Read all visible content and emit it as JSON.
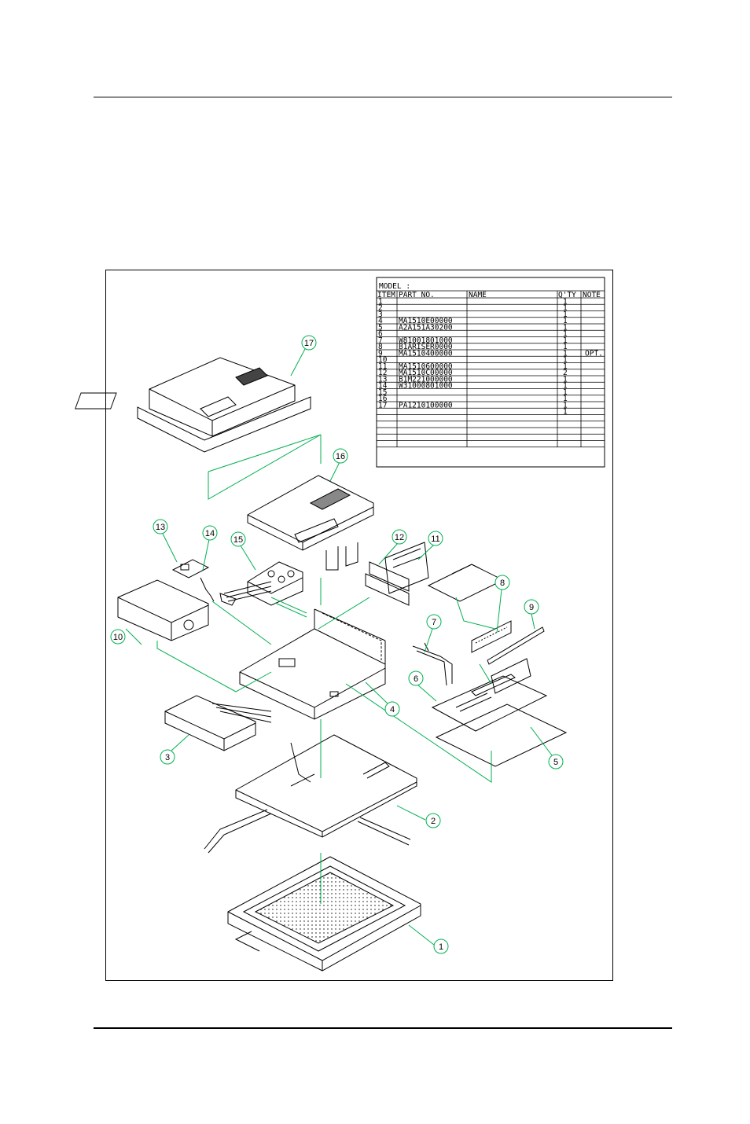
{
  "bom": {
    "title": "MODEL  :",
    "headers": [
      "ITEM",
      "PART  NO.",
      "NAME",
      "Q'TY",
      "NOTE"
    ],
    "rows": [
      {
        "item": "1",
        "part": "",
        "name": "",
        "qty": "1",
        "note": ""
      },
      {
        "item": "2",
        "part": "",
        "name": "",
        "qty": "1",
        "note": ""
      },
      {
        "item": "3",
        "part": "",
        "name": "",
        "qty": "1",
        "note": ""
      },
      {
        "item": "4",
        "part": "MA1510E00000",
        "name": "",
        "qty": "1",
        "note": ""
      },
      {
        "item": "5",
        "part": "A2A151A30200",
        "name": "",
        "qty": "1",
        "note": ""
      },
      {
        "item": "6",
        "part": "",
        "name": "",
        "qty": "1",
        "note": ""
      },
      {
        "item": "7",
        "part": "W81001801000",
        "name": "",
        "qty": "1",
        "note": ""
      },
      {
        "item": "8",
        "part": "B1ARISER0000",
        "name": "",
        "qty": "1",
        "note": ""
      },
      {
        "item": "9",
        "part": "MA1510400000",
        "name": "",
        "qty": "1",
        "note": "OPT."
      },
      {
        "item": "10",
        "part": "",
        "name": "",
        "qty": "1",
        "note": ""
      },
      {
        "item": "11",
        "part": "MA1510600000",
        "name": "",
        "qty": "1",
        "note": ""
      },
      {
        "item": "12",
        "part": "MA1510C00000",
        "name": "",
        "qty": "2",
        "note": ""
      },
      {
        "item": "13",
        "part": "B1M221000000",
        "name": "",
        "qty": "1",
        "note": ""
      },
      {
        "item": "14",
        "part": "W31000801000",
        "name": "",
        "qty": "1",
        "note": ""
      },
      {
        "item": "15",
        "part": "",
        "name": "",
        "qty": "1",
        "note": ""
      },
      {
        "item": "16",
        "part": "",
        "name": "",
        "qty": "1",
        "note": ""
      },
      {
        "item": "17",
        "part": "PA1210100000",
        "name": "",
        "qty": "1",
        "note": ""
      },
      {
        "item": "",
        "part": "",
        "name": "",
        "qty": "1",
        "note": ""
      },
      {
        "item": "",
        "part": "",
        "name": "",
        "qty": "",
        "note": ""
      },
      {
        "item": "",
        "part": "",
        "name": "",
        "qty": "",
        "note": ""
      },
      {
        "item": "",
        "part": "",
        "name": "",
        "qty": "",
        "note": ""
      },
      {
        "item": "",
        "part": "",
        "name": "",
        "qty": "",
        "note": ""
      }
    ]
  },
  "callouts": [
    "1",
    "2",
    "3",
    "4",
    "5",
    "6",
    "7",
    "8",
    "9",
    "10",
    "11",
    "12",
    "13",
    "14",
    "15",
    "16",
    "17"
  ],
  "colors": {
    "line": "#000000",
    "leader": "#00b050"
  }
}
